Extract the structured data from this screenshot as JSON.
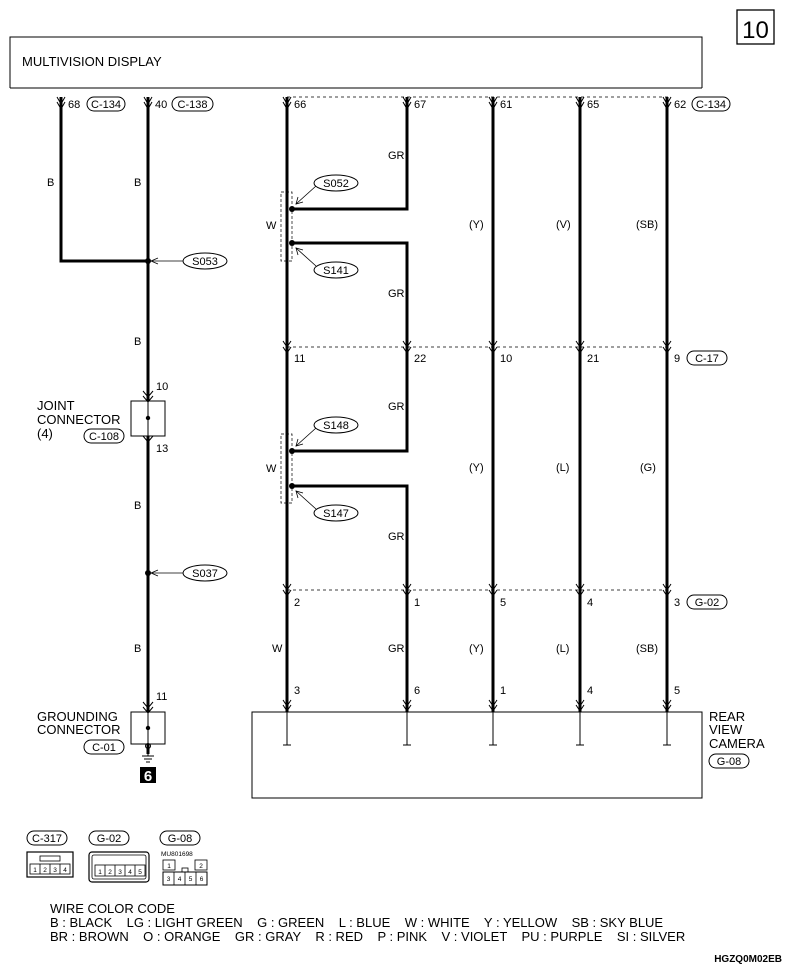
{
  "page_number": "10",
  "header": {
    "title": "MULTIVISION DISPLAY"
  },
  "connectors": {
    "c134": "C-134",
    "c138": "C-138",
    "c17": "C-17",
    "g02": "G-02",
    "c108": "C-108",
    "c01": "C-01",
    "g08": "G-08",
    "c317": "C-317"
  },
  "pins": {
    "top": [
      "68",
      "40",
      "66",
      "67",
      "61",
      "65",
      "62"
    ],
    "c17": [
      "11",
      "22",
      "10",
      "21",
      "9"
    ],
    "g02": [
      "2",
      "1",
      "5",
      "4",
      "3"
    ],
    "camera": [
      "3",
      "6",
      "1",
      "4",
      "5"
    ],
    "joint_in": "10",
    "joint_out": "13",
    "ground_pin": "11"
  },
  "wire_labels": {
    "left": [
      "B",
      "B",
      "B",
      "B",
      "B"
    ],
    "w": [
      "W",
      "W",
      "W"
    ],
    "gr": [
      "GR",
      "GR",
      "GR",
      "GR",
      "GR"
    ],
    "y": [
      "(Y)",
      "(Y)",
      "(Y)"
    ],
    "col4": [
      "(V)",
      "(L)",
      "(L)"
    ],
    "col5": [
      "(SB)",
      "(G)",
      "(SB)"
    ]
  },
  "splices": {
    "s052": "S052",
    "s141": "S141",
    "s053": "S053",
    "s148": "S148",
    "s147": "S147",
    "s037": "S037"
  },
  "joint_connector": {
    "line1": "JOINT",
    "line2": "CONNECTOR",
    "line3": "(4)"
  },
  "grounding_connector": {
    "line1": "GROUNDING",
    "line2": "CONNECTOR"
  },
  "ground_point": "6",
  "rear_camera": {
    "line1": "REAR",
    "line2": "VIEW",
    "line3": "CAMERA"
  },
  "connector_faces": {
    "c317_pins": [
      "1",
      "2",
      "3",
      "4"
    ],
    "g02_pins": [
      "1",
      "2",
      "3",
      "4",
      "5"
    ],
    "g08_part": "MU801698",
    "g08_pins": [
      "1",
      "2",
      "3",
      "4",
      "5",
      "6"
    ]
  },
  "legend": {
    "title": "WIRE COLOR CODE",
    "row1": "B : BLACK    LG : LIGHT GREEN    G : GREEN    L : BLUE    W : WHITE    Y : YELLOW    SB : SKY BLUE",
    "row2": "BR : BROWN    O : ORANGE    GR : GRAY    R : RED    P : PINK    V : VIOLET    PU : PURPLE    SI : SILVER"
  },
  "diagram_code": "HGZQ0M02EB"
}
